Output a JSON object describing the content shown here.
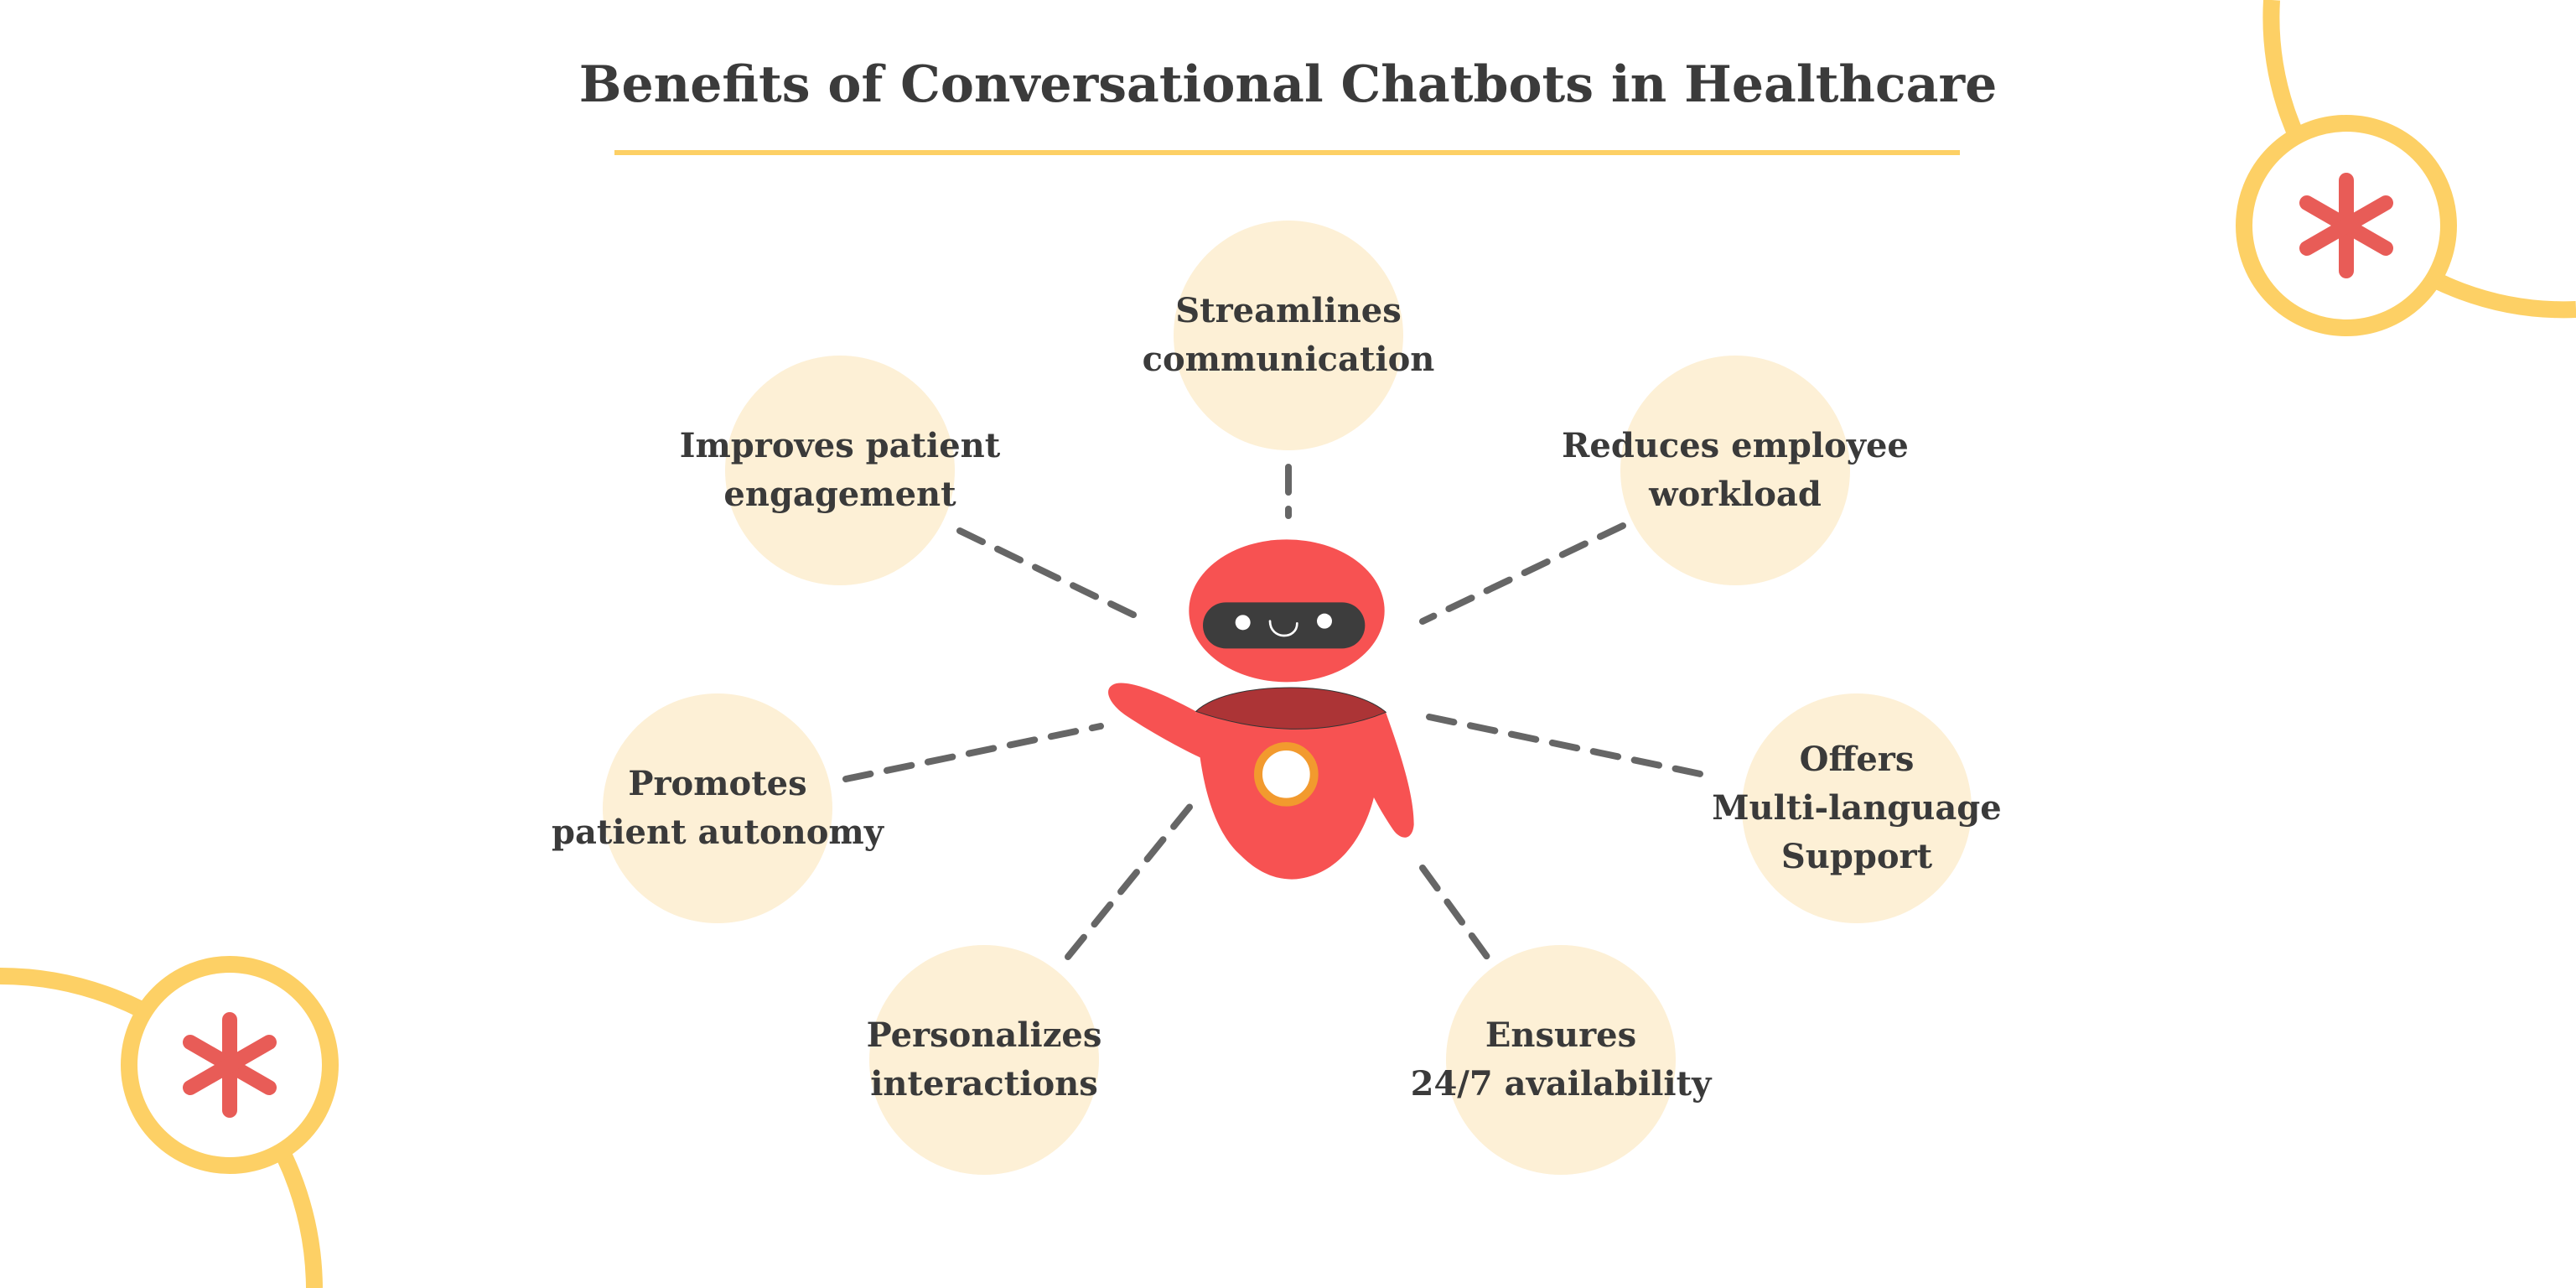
{
  "title": "Benefits of Conversational Chatbots in Healthcare",
  "colors": {
    "accent_yellow": "#fdd065",
    "bubble": "#fdf0d6",
    "robot_red": "#f75252",
    "asterisk_red": "#e85c57",
    "text": "#3a3a3a"
  },
  "benefits": [
    {
      "label": "Streamlines\ncommunication"
    },
    {
      "label": "Improves patient\nengagement"
    },
    {
      "label": "Reduces employee\nworkload"
    },
    {
      "label": "Promotes\npatient autonomy"
    },
    {
      "label": "Offers\nMulti-language\nSupport"
    },
    {
      "label": "Personalizes\ninteractions"
    },
    {
      "label": "Ensures\n24/7 availability"
    }
  ]
}
